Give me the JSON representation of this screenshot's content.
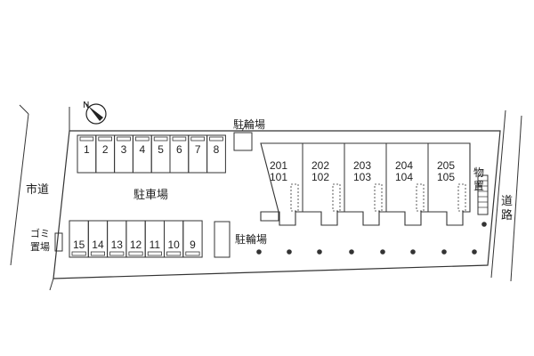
{
  "labels": {
    "bike_top": "駐輪場",
    "bike_mid": "駐輪場",
    "parking": "駐車場",
    "city_road": "市道",
    "garbage": "ゴミ置場",
    "storage": "物置",
    "road": "道路",
    "north": "N"
  },
  "parking_top": [
    "1",
    "2",
    "3",
    "4",
    "5",
    "6",
    "7",
    "8"
  ],
  "parking_bottom": [
    "15",
    "14",
    "13",
    "12",
    "11",
    "10",
    "9"
  ],
  "units": [
    {
      "upper": "201",
      "lower": "101"
    },
    {
      "upper": "202",
      "lower": "102"
    },
    {
      "upper": "203",
      "lower": "103"
    },
    {
      "upper": "204",
      "lower": "104"
    },
    {
      "upper": "205",
      "lower": "105"
    }
  ]
}
